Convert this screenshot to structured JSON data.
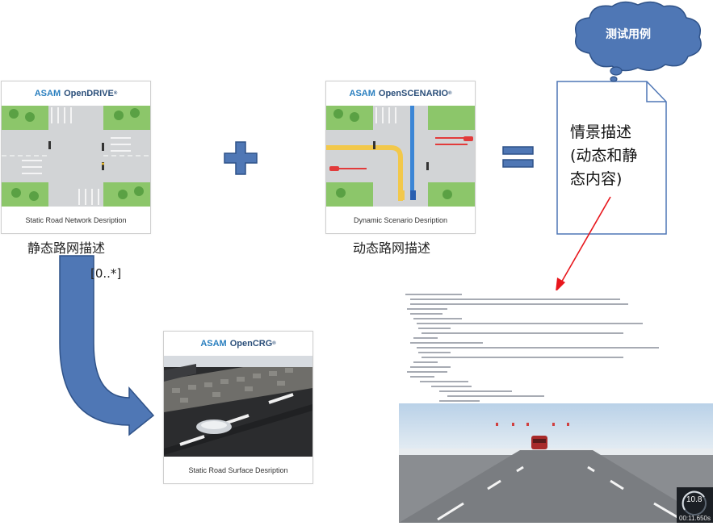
{
  "cards": {
    "opendrive": {
      "brand": "ASAM",
      "product": "OpenDRIVE",
      "reg": "®",
      "caption": "Static Road Network Desription"
    },
    "openscenario": {
      "brand": "ASAM",
      "product": "OpenSCENARIO",
      "reg": "®",
      "caption": "Dynamic Scenario Desription"
    },
    "opencrg": {
      "brand": "ASAM",
      "product": "OpenCRG",
      "reg": "®",
      "caption": "Static Road Surface Desription"
    }
  },
  "labels": {
    "static_road": "静态路网描述",
    "dynamic_road": "动态路网描述",
    "multiplicity": "[0..*]"
  },
  "note": {
    "line1": "情景描述",
    "line2": "(动态和静",
    "line3": "态内容)"
  },
  "cloud": {
    "text": "测试用例"
  },
  "simulator": {
    "speed": "10.8",
    "time": "00:11.650s"
  },
  "colors": {
    "arrow_blue": "#4f77b5",
    "arrow_dark": "#2f5288",
    "red_arrow": "#e8161c",
    "road_gray": "#d2d4d6",
    "grass": "#8cc66a"
  }
}
